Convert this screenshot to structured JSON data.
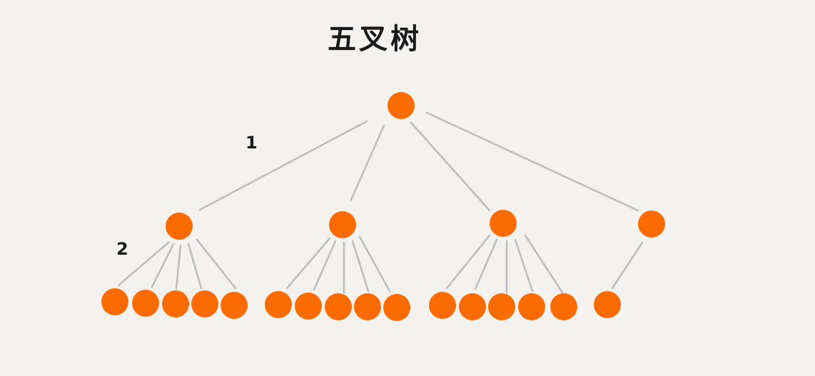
{
  "title": "五叉树",
  "level_labels": [
    "1",
    "2"
  ],
  "colors": {
    "background": "#f4f2ef",
    "node": "#fb6b00",
    "edge": "#bdbdbd",
    "text": "#1a1a1a"
  }
}
